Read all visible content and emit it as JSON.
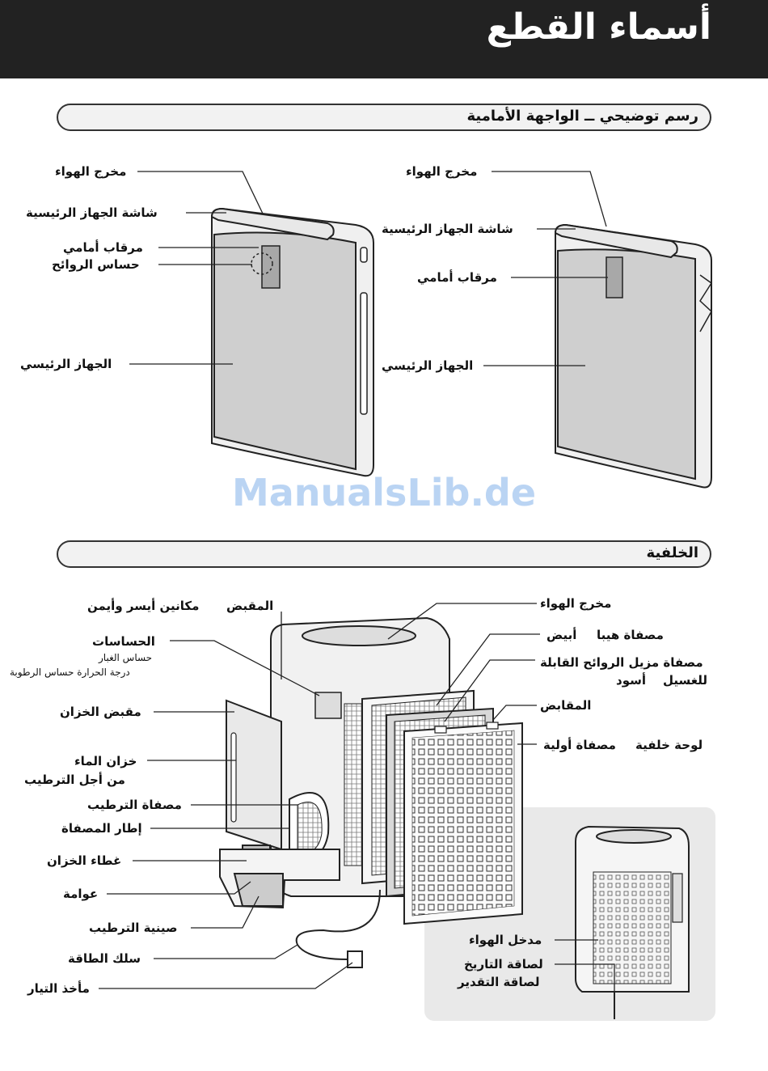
{
  "page_title": "أسماء القطع",
  "sections": {
    "front": "رسم توضيحي ــ الواجهة الأمامية",
    "back": "الخلفية"
  },
  "watermark": "ManualsLib.de",
  "front_left": {
    "air_outlet": "مخرج الهواء",
    "main_display": "شاشة الجهاز الرئيسية",
    "front_monitor": "مرقاب أمامي",
    "odor_sensor": "حساس الروائح",
    "main_unit": "الجهاز الرئيسي"
  },
  "front_right": {
    "air_outlet": "مخرج الهواء",
    "main_display": "شاشة الجهاز الرئيسية",
    "front_monitor": "مرقاب أمامي",
    "main_unit": "الجهاز الرئيسي"
  },
  "back_left": {
    "handle": "المقبض",
    "handle_note": "مكانين أيسر وأيمن",
    "sensors": "الحساسات",
    "dust_sensor": "حساس الغبار",
    "temp_humidity": "درجة الحرارة حساس الرطوبة",
    "tank_handle": "مقبض الخزان",
    "water_tank_1": "خزان الماء",
    "water_tank_2": "من أجل الترطيب",
    "humid_filter": "مصفاة الترطيب",
    "filter_frame": "إطار المصفاة",
    "tank_cap": "غطاء الخزان",
    "float": "عوامة",
    "humid_tray": "صينية الترطيب",
    "power_cord": "سلك الطاقة",
    "plug": "مأخذ التيار"
  },
  "back_right": {
    "air_outlet": "مخرج الهواء",
    "hepa_filter": "مصفاة هيبا",
    "hepa_color": "أبيض",
    "odor_filter_1": "مصفاة مزيل الروائح القابلة",
    "odor_filter_2": "للغسيل",
    "odor_color": "أسود",
    "handles": "المقابض",
    "back_panel": "لوحة خلفية",
    "pre_filter": "مصفاة أولية"
  },
  "inset": {
    "air_inlet": "مدخل الهواء",
    "date_label": "لصاقة التاريخ",
    "rating_label": "لصاقة التقدير"
  }
}
